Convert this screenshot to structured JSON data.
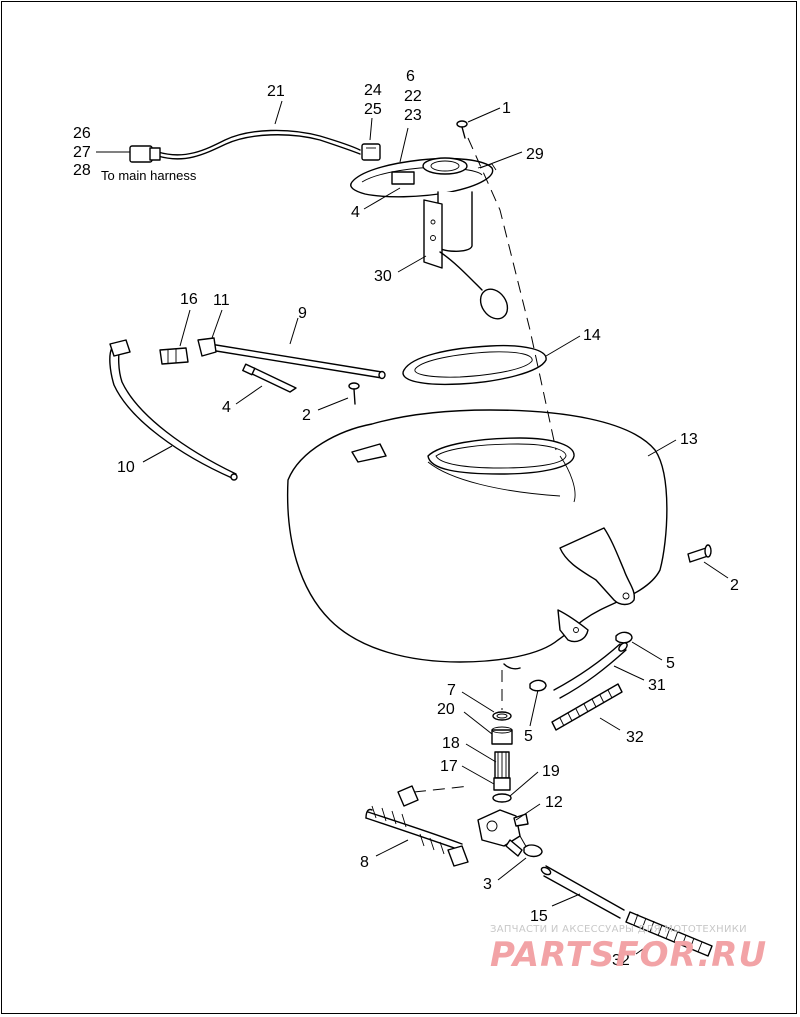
{
  "callouts": [
    {
      "id": "c1",
      "text": "1"
    },
    {
      "id": "c2a",
      "text": "2"
    },
    {
      "id": "c2b",
      "text": "2"
    },
    {
      "id": "c3",
      "text": "3"
    },
    {
      "id": "c4a",
      "text": "4"
    },
    {
      "id": "c4b",
      "text": "4"
    },
    {
      "id": "c5a",
      "text": "5"
    },
    {
      "id": "c5b",
      "text": "5"
    },
    {
      "id": "c6",
      "text": "6"
    },
    {
      "id": "c7",
      "text": "7"
    },
    {
      "id": "c8",
      "text": "8"
    },
    {
      "id": "c9",
      "text": "9"
    },
    {
      "id": "c10",
      "text": "10"
    },
    {
      "id": "c11",
      "text": "11"
    },
    {
      "id": "c12",
      "text": "12"
    },
    {
      "id": "c13",
      "text": "13"
    },
    {
      "id": "c14",
      "text": "14"
    },
    {
      "id": "c15",
      "text": "15"
    },
    {
      "id": "c16",
      "text": "16"
    },
    {
      "id": "c17",
      "text": "17"
    },
    {
      "id": "c18",
      "text": "18"
    },
    {
      "id": "c19",
      "text": "19"
    },
    {
      "id": "c20",
      "text": "20"
    },
    {
      "id": "c21",
      "text": "21"
    },
    {
      "id": "c22",
      "text": "22"
    },
    {
      "id": "c23",
      "text": "23"
    },
    {
      "id": "c24",
      "text": "24"
    },
    {
      "id": "c25",
      "text": "25"
    },
    {
      "id": "c26",
      "text": "26"
    },
    {
      "id": "c27",
      "text": "27"
    },
    {
      "id": "c28",
      "text": "28"
    },
    {
      "id": "c29",
      "text": "29"
    },
    {
      "id": "c30",
      "text": "30"
    },
    {
      "id": "c31",
      "text": "31"
    },
    {
      "id": "c32a",
      "text": "32"
    },
    {
      "id": "c32b",
      "text": "32"
    }
  ],
  "note": {
    "harness_label": "To main harness"
  },
  "watermark": {
    "tagline": "ЗАПЧАСТИ И АКСЕССУАРЫ ДЛЯ МОТОТЕХНИКИ",
    "brand": "PARTSFOR.RU",
    "brand_color": "#f2a3a6"
  }
}
